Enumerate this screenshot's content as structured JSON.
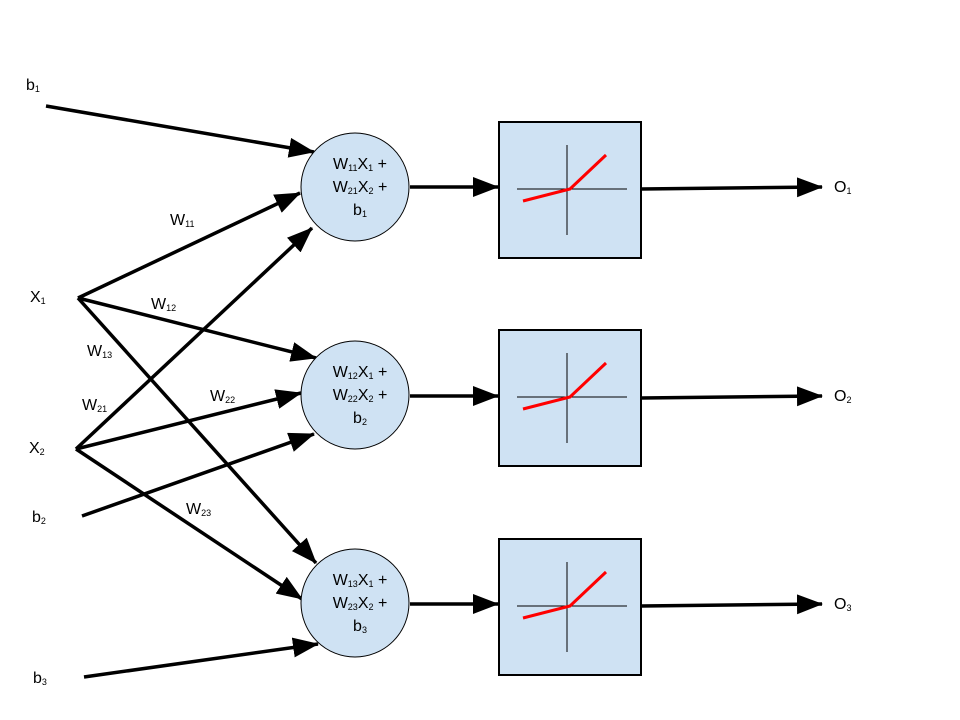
{
  "inputs": [
    {
      "name": "X",
      "sub": "1"
    },
    {
      "name": "X",
      "sub": "2"
    }
  ],
  "biases": [
    {
      "name": "b",
      "sub": "1"
    },
    {
      "name": "b",
      "sub": "2"
    },
    {
      "name": "b",
      "sub": "3"
    }
  ],
  "weights": [
    {
      "name": "W",
      "sub": "11"
    },
    {
      "name": "W",
      "sub": "12"
    },
    {
      "name": "W",
      "sub": "13"
    },
    {
      "name": "W",
      "sub": "21"
    },
    {
      "name": "W",
      "sub": "22"
    },
    {
      "name": "W",
      "sub": "23"
    }
  ],
  "sum_nodes": [
    {
      "line1": {
        "w": "W",
        "ws": "11",
        "x": "X",
        "xs": "1",
        "op": " +"
      },
      "line2": {
        "w": "W",
        "ws": "21",
        "x": "X",
        "xs": "2",
        "op": " +"
      },
      "line3": {
        "b": "b",
        "bs": "1"
      }
    },
    {
      "line1": {
        "w": "W",
        "ws": "12",
        "x": "X",
        "xs": "1",
        "op": " +"
      },
      "line2": {
        "w": "W",
        "ws": "22",
        "x": "X",
        "xs": "2",
        "op": " +"
      },
      "line3": {
        "b": "b",
        "bs": "2"
      }
    },
    {
      "line1": {
        "w": "W",
        "ws": "13",
        "x": "X",
        "xs": "1",
        "op": " +"
      },
      "line2": {
        "w": "W",
        "ws": "23",
        "x": "X",
        "xs": "2",
        "op": " +"
      },
      "line3": {
        "b": "b",
        "bs": "3"
      }
    }
  ],
  "outputs": [
    {
      "name": "O",
      "sub": "1"
    },
    {
      "name": "O",
      "sub": "2"
    },
    {
      "name": "O",
      "sub": "3"
    }
  ],
  "colors": {
    "node_fill": "#cfe2f3",
    "activation_curve": "#ff0000",
    "stroke": "#000000"
  }
}
